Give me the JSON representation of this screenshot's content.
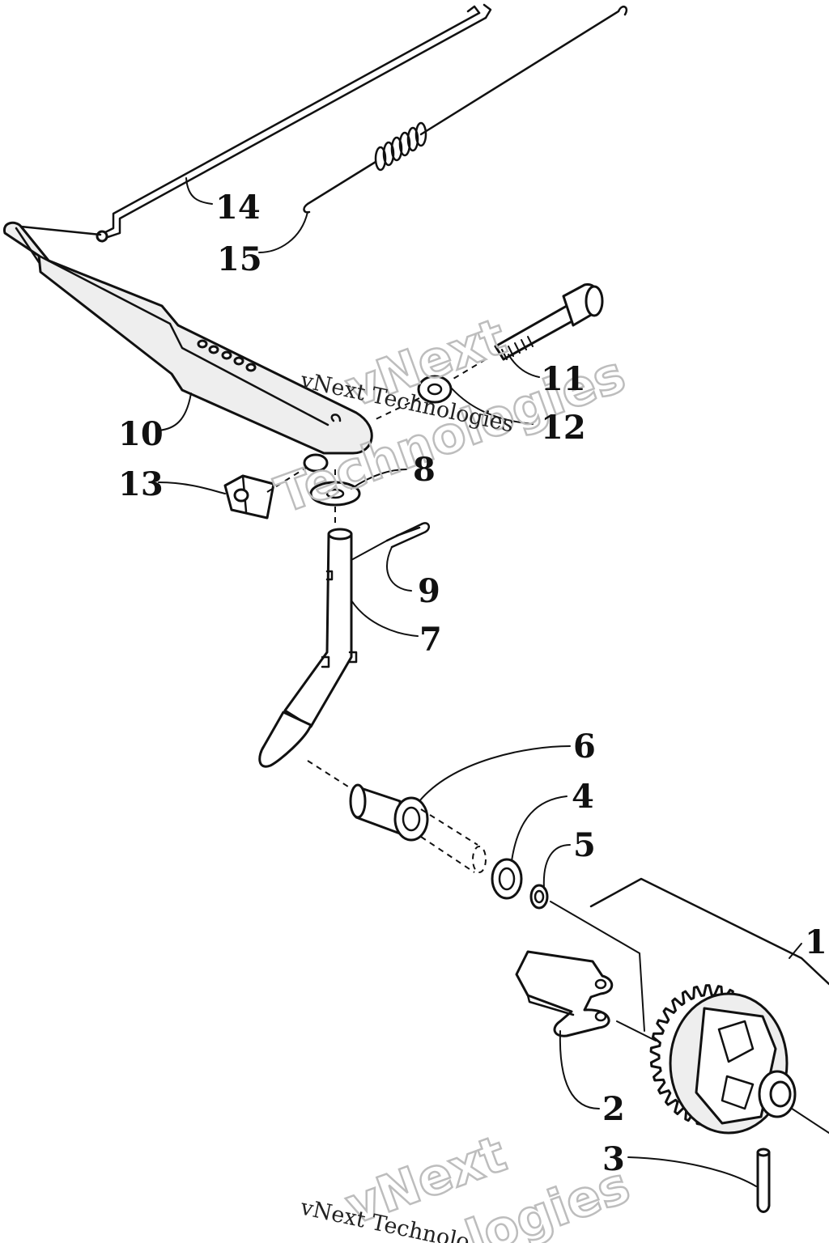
{
  "callouts": {
    "c1": "1",
    "c2": "2",
    "c3": "3",
    "c4": "4",
    "c5": "5",
    "c6": "6",
    "c7": "7",
    "c8": "8",
    "c9": "9",
    "c10": "10",
    "c11": "11",
    "c12": "12",
    "c13": "13",
    "c14": "14",
    "c15": "15"
  },
  "watermark": {
    "brand": "vNext",
    "brand_line": "vNext Technologies",
    "word": "Technologies",
    "cut_line": "vNext Technolo",
    "cut_word": "logies"
  },
  "colors": {
    "ink": "#111111",
    "watermark": "#bdbdbd",
    "background": "#ffffff"
  }
}
